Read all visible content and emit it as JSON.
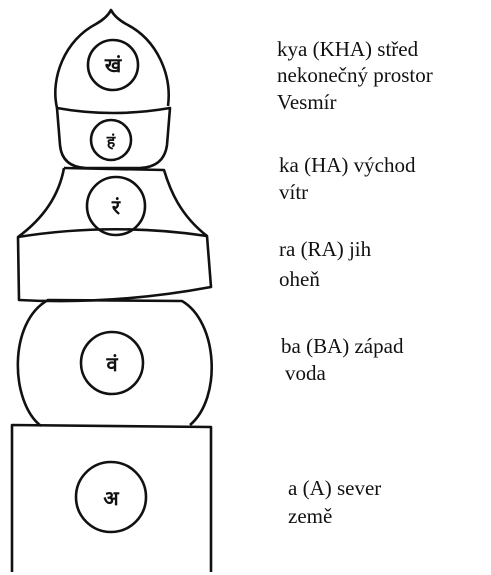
{
  "elements": [
    {
      "shape": "jewel",
      "seed_syllable": "खं",
      "lines": [
        "kya (KHA) střed",
        "nekonečný prostor",
        "Vesmír"
      ]
    },
    {
      "shape": "crescent",
      "seed_syllable": "हं",
      "lines": [
        "ka (HA) východ",
        "vítr"
      ]
    },
    {
      "shape": "triangle",
      "seed_syllable": "रं",
      "lines": [
        "ra (RA) jih",
        "oheň"
      ]
    },
    {
      "shape": "sphere",
      "seed_syllable": "वं",
      "lines": [
        "ba (BA) západ",
        "voda"
      ]
    },
    {
      "shape": "cube",
      "seed_syllable": "अ",
      "lines": [
        "a (A) sever",
        "země"
      ]
    }
  ]
}
